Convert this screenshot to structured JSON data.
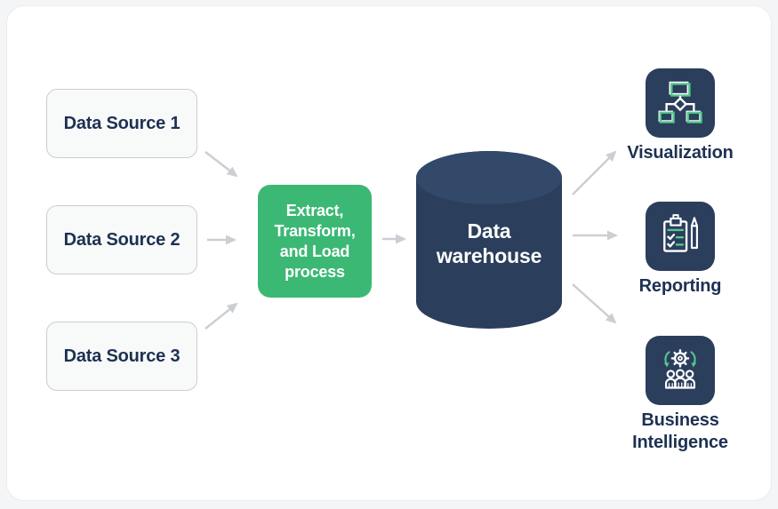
{
  "colors": {
    "accent_green": "#3cb875",
    "navy": "#2b3e5c",
    "text_navy": "#1d3152",
    "arrow_gray": "#cbcfd3",
    "icon_green": "#55c78c"
  },
  "sources": [
    {
      "label": "Data Source 1"
    },
    {
      "label": "Data Source 2"
    },
    {
      "label": "Data Source 3"
    }
  ],
  "etl": {
    "lines": [
      "Extract,",
      "Transform,",
      "and Load",
      "process"
    ]
  },
  "warehouse": {
    "lines": [
      "Data",
      "warehouse"
    ]
  },
  "outputs": [
    {
      "label": "Visualization",
      "icon": "flowchart-icon"
    },
    {
      "label": "Reporting",
      "icon": "clipboard-checklist-icon"
    },
    {
      "label": "Business Intelligence",
      "icon": "gear-team-icon"
    }
  ]
}
